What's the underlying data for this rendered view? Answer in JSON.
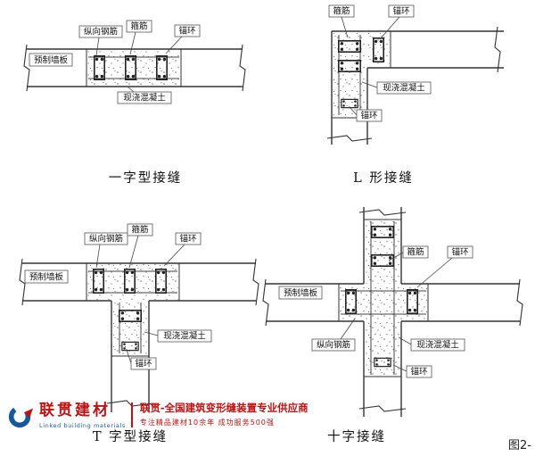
{
  "diagrams": {
    "straight": {
      "caption": "一字型接缝",
      "labels": {
        "precast_panel": "预制墙板",
        "longitudinal_rebar": "纵向钢筋",
        "stirrup": "箍筋",
        "anchor_ring": "锚环",
        "cast_in_place_concrete": "现浇混凝土"
      }
    },
    "l_shape": {
      "caption": "L 形接缝",
      "labels": {
        "stirrup": "箍筋",
        "anchor_ring_top": "锚环",
        "cast_in_place_concrete": "现浇混凝土",
        "anchor_ring_bottom": "锚环"
      }
    },
    "t_shape": {
      "caption": "T 字型接缝",
      "labels": {
        "longitudinal_rebar": "纵向钢筋",
        "stirrup": "箍筋",
        "anchor_ring_top": "锚环",
        "precast_panel": "预制墙板",
        "cast_in_place_concrete": "现浇混凝土",
        "anchor_ring_bottom": "锚环"
      }
    },
    "cross": {
      "caption": "十字接缝",
      "labels": {
        "stirrup": "箍筋",
        "anchor_ring_top": "锚环",
        "precast_panel": "预制墙板",
        "longitudinal_rebar": "纵向钢筋",
        "cast_in_place_concrete": "现浇混凝土",
        "anchor_ring_bottom": "锚环"
      }
    }
  },
  "footer": {
    "brand_name": "联贯建材",
    "brand_subtitle": "Linked building materials",
    "slogan": "联贯-全国建筑变形缝装置专业供应商",
    "slogan_secondary": "专注精品建材10余年 成功服务500强",
    "figure_number": "图2-"
  },
  "colors": {
    "line": "#333333",
    "brand_red": "#c11212",
    "brand_blue": "#1558a0",
    "background": "#ffffff"
  }
}
